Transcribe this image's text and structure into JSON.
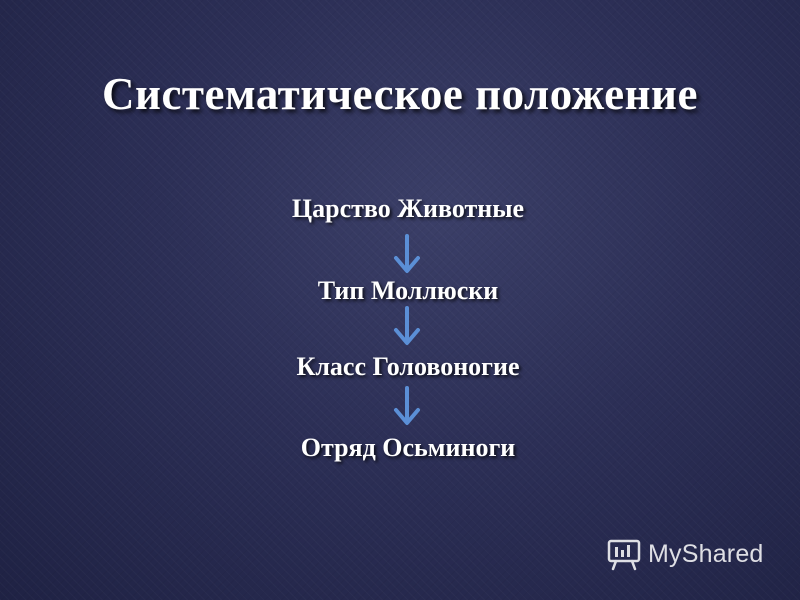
{
  "slide": {
    "title": "Систематическое положение",
    "background_color": "#2c2f56",
    "text_color": "#ffffff",
    "arrow_color": "#5b8fd6"
  },
  "hierarchy": [
    {
      "label": "Царство Животные"
    },
    {
      "label": "Тип Моллюски"
    },
    {
      "label": "Класс Головоногие"
    },
    {
      "label": "Отряд Осьминоги"
    }
  ],
  "arrows": [
    {
      "icon": "arrow-down-icon"
    },
    {
      "icon": "arrow-down-icon"
    },
    {
      "icon": "arrow-down-icon"
    }
  ],
  "watermark": {
    "text": "MyShared",
    "icon": "presentation-board-icon"
  }
}
